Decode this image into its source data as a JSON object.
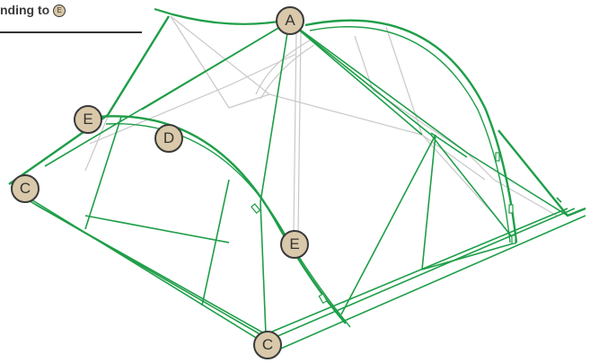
{
  "caption": {
    "text": "nding to",
    "badge": "E"
  },
  "callouts": {
    "a": "A",
    "c_left": "C",
    "c_bottom": "C",
    "d": "D",
    "e_top": "E",
    "e_mid": "E"
  },
  "colors": {
    "frame": "#1e9e48",
    "ghost": "#c8c8c8",
    "badge_fill": "#d9c9aa",
    "outline": "#3a3a3a"
  }
}
